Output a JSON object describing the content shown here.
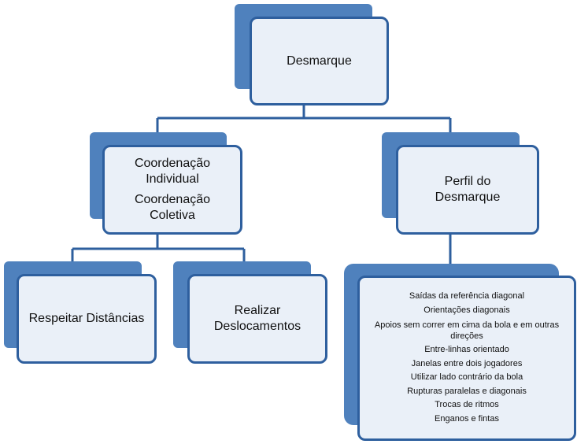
{
  "colors": {
    "accent": "#4f81bd",
    "border": "#2e5f9e",
    "fill": "#eaf0f8",
    "line": "#2e5f9e"
  },
  "root": {
    "label": "Desmarque"
  },
  "coordination": {
    "line1": "Coordenação Individual",
    "line2": "Coordenação Coletiva"
  },
  "profile": {
    "label": "Perfil do Desmarque"
  },
  "distances": {
    "label": "Respeitar Distâncias"
  },
  "movements": {
    "label": "Realizar Deslocamentos"
  },
  "profile_list": {
    "items": [
      "Saídas da referência diagonal",
      "Orientações diagonais",
      "Apoios sem correr em cima da bola e em outras direções",
      "Entre-linhas orientado",
      "Janelas entre dois jogadores",
      "Utilizar lado contrário da bola",
      "Rupturas paralelas e diagonais",
      "Trocas de ritmos",
      "Enganos e fintas"
    ]
  }
}
